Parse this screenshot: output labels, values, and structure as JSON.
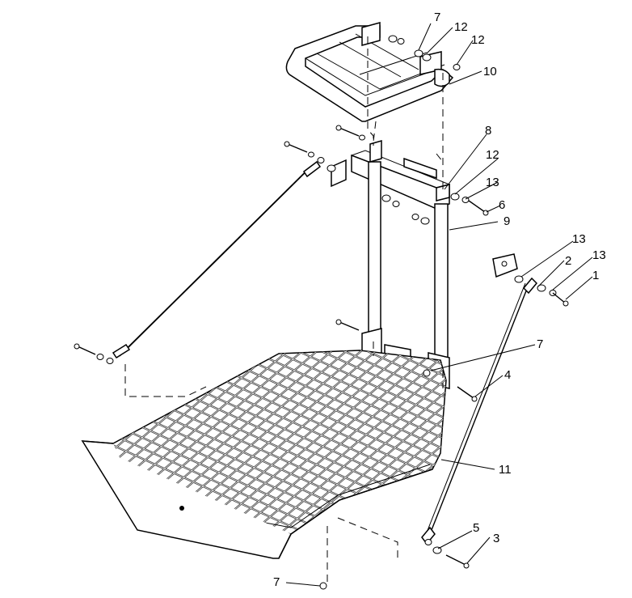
{
  "diagram": {
    "type": "exploded-parts-view",
    "callouts": [
      "7",
      "12",
      "12",
      "10",
      "8",
      "12",
      "13",
      "6",
      "9",
      "13",
      "2",
      "13",
      "1",
      "7",
      "4",
      "11",
      "5",
      "3",
      "7"
    ]
  }
}
